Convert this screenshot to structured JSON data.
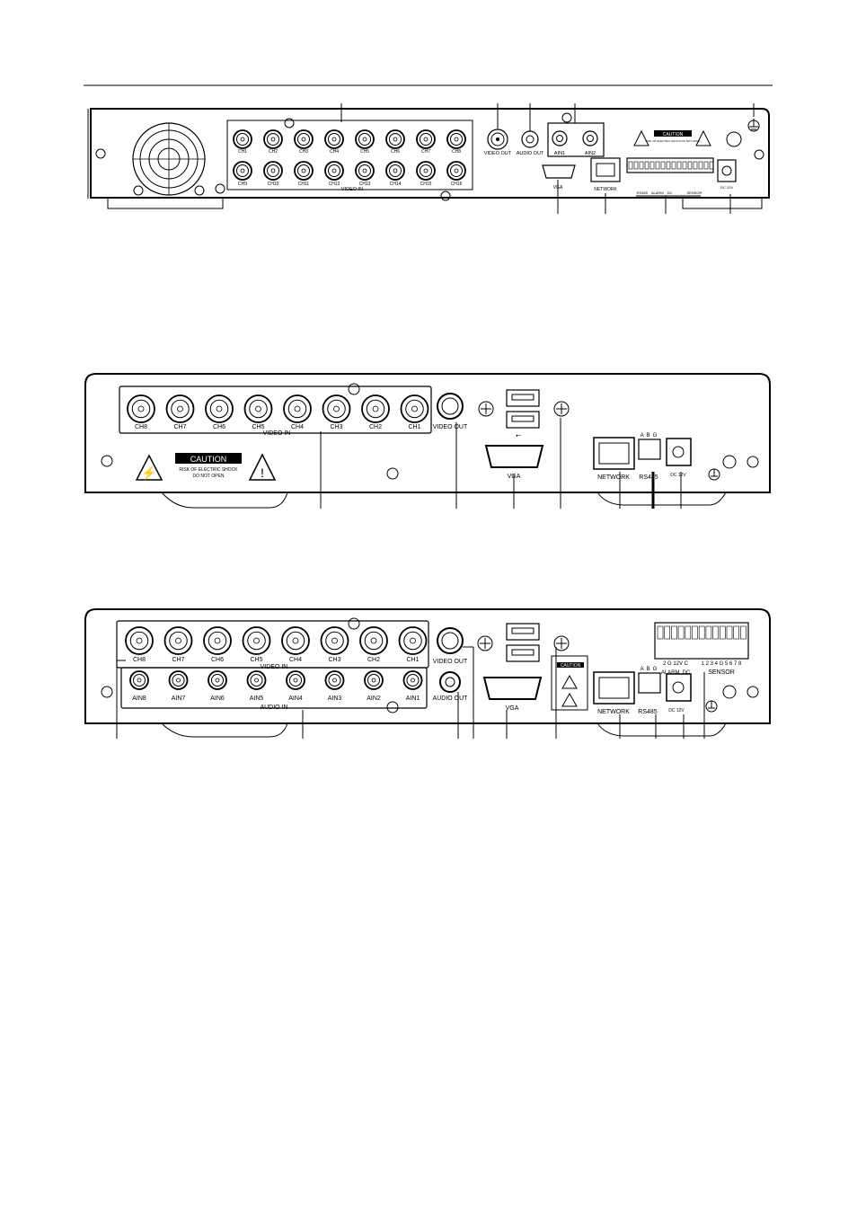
{
  "panel1": {
    "video_in_top": [
      "CH1",
      "CH2",
      "CH3",
      "CH4",
      "CH5",
      "CH6",
      "CH7",
      "CH8"
    ],
    "video_in_bottom": [
      "CH9",
      "CH10",
      "CH11",
      "CH12",
      "CH13",
      "CH14",
      "CH15",
      "CH16"
    ],
    "video_in_label": "VIDEO IN",
    "video_out_label": "VIDEO OUT",
    "audio_out_label": "AUDIO OUT",
    "ain_labels": [
      "AIN1",
      "AIN2"
    ],
    "vga_label": "VGA",
    "network_label": "NETWORK",
    "caution_title": "CAUTION",
    "caution_text": "RISK OF ELECTRIC SHOCK DO NOT OPEN",
    "terminal_labels": [
      "RS485",
      "ALARM",
      "DC",
      "SENSOR"
    ],
    "dc_label": "DC 12V"
  },
  "panel2": {
    "video_in": [
      "CH8",
      "CH7",
      "CH6",
      "CH5",
      "CH4",
      "CH3",
      "CH2",
      "CH1"
    ],
    "video_in_label": "VIDEO IN",
    "video_out_label": "VIDEO OUT",
    "vga_label": "VGA",
    "network_label": "NETWORK",
    "rs485_label": "RS485",
    "abg": [
      "A",
      "B",
      "G"
    ],
    "dc_label": "DC 12V",
    "caution_title": "CAUTION",
    "caution_line1": "RISK OF ELECTRIC SHOCK",
    "caution_line2": "DO NOT OPEN"
  },
  "panel3": {
    "video_in": [
      "CH8",
      "CH7",
      "CH6",
      "CH5",
      "CH4",
      "CH3",
      "CH2",
      "CH1"
    ],
    "video_in_label": "VIDEO IN",
    "audio_in": [
      "AIN8",
      "AIN7",
      "AIN6",
      "AIN5",
      "AIN4",
      "AIN3",
      "AIN2",
      "AIN1"
    ],
    "audio_in_label": "AUDIO IN",
    "video_out_label": "VIDEO OUT",
    "audio_out_label": "AUDIO OUT",
    "vga_label": "VGA",
    "network_label": "NETWORK",
    "rs485_label": "RS485",
    "abg": [
      "A",
      "B",
      "G"
    ],
    "alarm_label": "ALARM",
    "dc_label": "DC",
    "dc12_label": "DC 12V",
    "sensor_label": "SENSOR",
    "sensor_nums": "2 G 12V C",
    "sensor_nums2": "1 2 3 4 G 5 6 7 8",
    "caution_title": "CAUTION"
  }
}
